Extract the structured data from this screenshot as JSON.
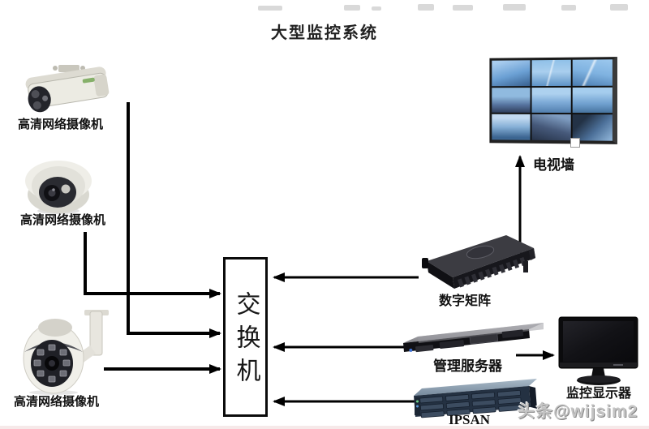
{
  "title": "大型监控系统",
  "watermark": "头条@wijsim2",
  "nodes": {
    "camera1": {
      "label": "高清网络摄像机",
      "type": "bullet-network-camera"
    },
    "camera2": {
      "label": "高清网络摄像机",
      "type": "dome-network-camera"
    },
    "camera3": {
      "label": "高清网络摄像机",
      "type": "ptz-network-camera"
    },
    "switch": {
      "label": "交换机"
    },
    "tv_wall": {
      "label": "电视墙",
      "screens": 9
    },
    "digital_matrix": {
      "label": "数字矩阵"
    },
    "mgmt_server": {
      "label": "管理服务器"
    },
    "ipsan": {
      "label": "IPSAN"
    },
    "monitor": {
      "label": "监控显示器"
    }
  },
  "edges": [
    {
      "from": "camera1",
      "to": "switch"
    },
    {
      "from": "camera2",
      "to": "switch"
    },
    {
      "from": "camera3",
      "to": "switch"
    },
    {
      "from": "digital_matrix",
      "to": "switch"
    },
    {
      "from": "digital_matrix",
      "to": "tv_wall"
    },
    {
      "from": "mgmt_server",
      "to": "switch"
    },
    {
      "from": "mgmt_server",
      "to": "monitor"
    },
    {
      "from": "ipsan",
      "to": "switch"
    }
  ],
  "colors": {
    "line": "#000000",
    "background": "#ffffff",
    "screen_blue": "#6f9fce"
  }
}
